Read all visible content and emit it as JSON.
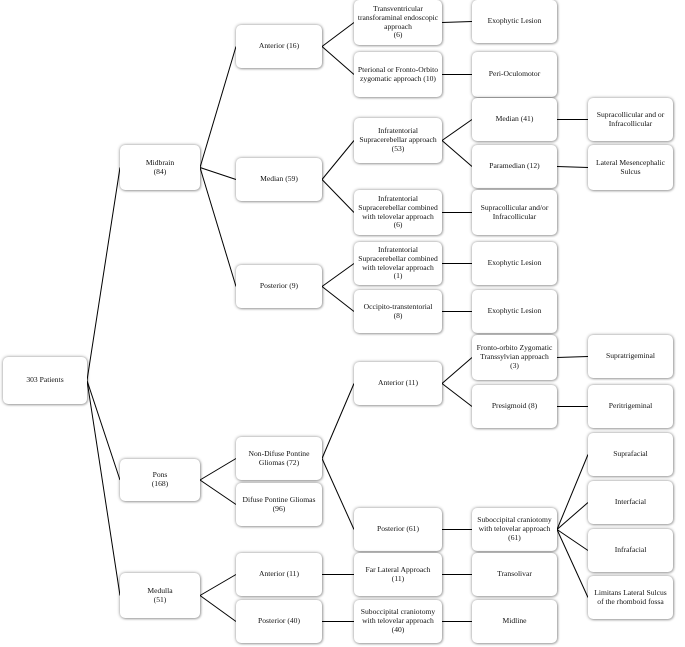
{
  "diagram": {
    "nodes": [
      {
        "id": "root",
        "label": "303 Patients"
      },
      {
        "id": "midbrain",
        "label": "Midbrain\n(84)"
      },
      {
        "id": "pons",
        "label": "Pons\n(168)"
      },
      {
        "id": "medulla",
        "label": "Medulla\n(51)"
      },
      {
        "id": "mb_anterior",
        "label": "Anterior (16)"
      },
      {
        "id": "mb_median",
        "label": "Median (59)"
      },
      {
        "id": "mb_posterior",
        "label": "Posterior (9)"
      },
      {
        "id": "transventricular",
        "label": "Transventricular transforaminal endoscopic approach\n(6)"
      },
      {
        "id": "pterional",
        "label": "Pterional or Fronto-Orbito zygomatic approach (10)"
      },
      {
        "id": "infra_supra_53",
        "label": "Infratentorial Supracerebellar approach (53)"
      },
      {
        "id": "infra_supra_telo_6",
        "label": "Infratentorial Supracerebellar combined with telovelar approach (6)"
      },
      {
        "id": "infra_supra_telo_1",
        "label": "Infratentorial Supracerebellar combined with telovelar approach (1)"
      },
      {
        "id": "occipito",
        "label": "Occipito-transtentorial\n(8)"
      },
      {
        "id": "exophytic_1",
        "label": "Exophytic Lesion"
      },
      {
        "id": "peri_oculomotor",
        "label": "Peri-Oculomotor"
      },
      {
        "id": "median_41",
        "label": "Median (41)"
      },
      {
        "id": "paramedian_12",
        "label": "Paramedian (12)"
      },
      {
        "id": "supra_infra_collicular_b",
        "label": "Supracollicular and/or Infracollicular"
      },
      {
        "id": "exophytic_2",
        "label": "Exophytic Lesion"
      },
      {
        "id": "exophytic_3",
        "label": "Exophytic Lesion"
      },
      {
        "id": "supra_infra_collicular_a",
        "label": "Supracollicular and or Infracollicular"
      },
      {
        "id": "lateral_mesencephalic",
        "label": "Lateral Mesencephalic Sulcus"
      },
      {
        "id": "non_difuse",
        "label": "Non-Difuse Pontine Gliomas (72)"
      },
      {
        "id": "difuse",
        "label": "Difuse Pontine Gliomas\n(96)"
      },
      {
        "id": "pons_anterior",
        "label": "Anterior (11)"
      },
      {
        "id": "pons_posterior",
        "label": "Posterior (61)"
      },
      {
        "id": "fronto_orbito",
        "label": "Fronto-orbito Zygomatic Transsylvian approach (3)"
      },
      {
        "id": "presigmoid",
        "label": "Presigmoid (8)"
      },
      {
        "id": "subocc_telo_61",
        "label": "Suboccipital craniotomy with telovelar approach\n(61)"
      },
      {
        "id": "supratrigeminal",
        "label": "Supratrigeminal"
      },
      {
        "id": "peritrigeminal",
        "label": "Peritrigeminal"
      },
      {
        "id": "suprafacial",
        "label": "Suprafacial"
      },
      {
        "id": "interfacial",
        "label": "Interfacial"
      },
      {
        "id": "infrafacial",
        "label": "Infrafacial"
      },
      {
        "id": "limitans",
        "label": "Limitans Lateral Sulcus of the rhomboid fossa"
      },
      {
        "id": "med_anterior",
        "label": "Anterior (11)"
      },
      {
        "id": "med_posterior",
        "label": "Posterior (40)"
      },
      {
        "id": "far_lateral",
        "label": "Far Lateral Approach\n(11)"
      },
      {
        "id": "subocc_telo_40",
        "label": "Suboccipital craniotomy with telovelar approach\n(40)"
      },
      {
        "id": "transolivar",
        "label": "Transolivar"
      },
      {
        "id": "midline",
        "label": "Midline"
      }
    ],
    "edges": [
      [
        "root",
        "midbrain"
      ],
      [
        "root",
        "pons"
      ],
      [
        "root",
        "medulla"
      ],
      [
        "midbrain",
        "mb_anterior"
      ],
      [
        "midbrain",
        "mb_median"
      ],
      [
        "midbrain",
        "mb_posterior"
      ],
      [
        "mb_anterior",
        "transventricular"
      ],
      [
        "mb_anterior",
        "pterional"
      ],
      [
        "transventricular",
        "exophytic_1"
      ],
      [
        "pterional",
        "peri_oculomotor"
      ],
      [
        "mb_median",
        "infra_supra_53"
      ],
      [
        "mb_median",
        "infra_supra_telo_6"
      ],
      [
        "infra_supra_53",
        "median_41"
      ],
      [
        "infra_supra_53",
        "paramedian_12"
      ],
      [
        "median_41",
        "supra_infra_collicular_a"
      ],
      [
        "paramedian_12",
        "lateral_mesencephalic"
      ],
      [
        "infra_supra_telo_6",
        "supra_infra_collicular_b"
      ],
      [
        "mb_posterior",
        "infra_supra_telo_1"
      ],
      [
        "mb_posterior",
        "occipito"
      ],
      [
        "infra_supra_telo_1",
        "exophytic_2"
      ],
      [
        "occipito",
        "exophytic_3"
      ],
      [
        "pons",
        "non_difuse"
      ],
      [
        "pons",
        "difuse"
      ],
      [
        "non_difuse",
        "pons_anterior"
      ],
      [
        "non_difuse",
        "pons_posterior"
      ],
      [
        "pons_anterior",
        "fronto_orbito"
      ],
      [
        "pons_anterior",
        "presigmoid"
      ],
      [
        "fronto_orbito",
        "supratrigeminal"
      ],
      [
        "presigmoid",
        "peritrigeminal"
      ],
      [
        "pons_posterior",
        "subocc_telo_61"
      ],
      [
        "subocc_telo_61",
        "suprafacial"
      ],
      [
        "subocc_telo_61",
        "interfacial"
      ],
      [
        "subocc_telo_61",
        "infrafacial"
      ],
      [
        "subocc_telo_61",
        "limitans"
      ],
      [
        "medulla",
        "med_anterior"
      ],
      [
        "medulla",
        "med_posterior"
      ],
      [
        "med_anterior",
        "far_lateral"
      ],
      [
        "med_posterior",
        "subocc_telo_40"
      ],
      [
        "far_lateral",
        "transolivar"
      ],
      [
        "subocc_telo_40",
        "midline"
      ]
    ]
  }
}
